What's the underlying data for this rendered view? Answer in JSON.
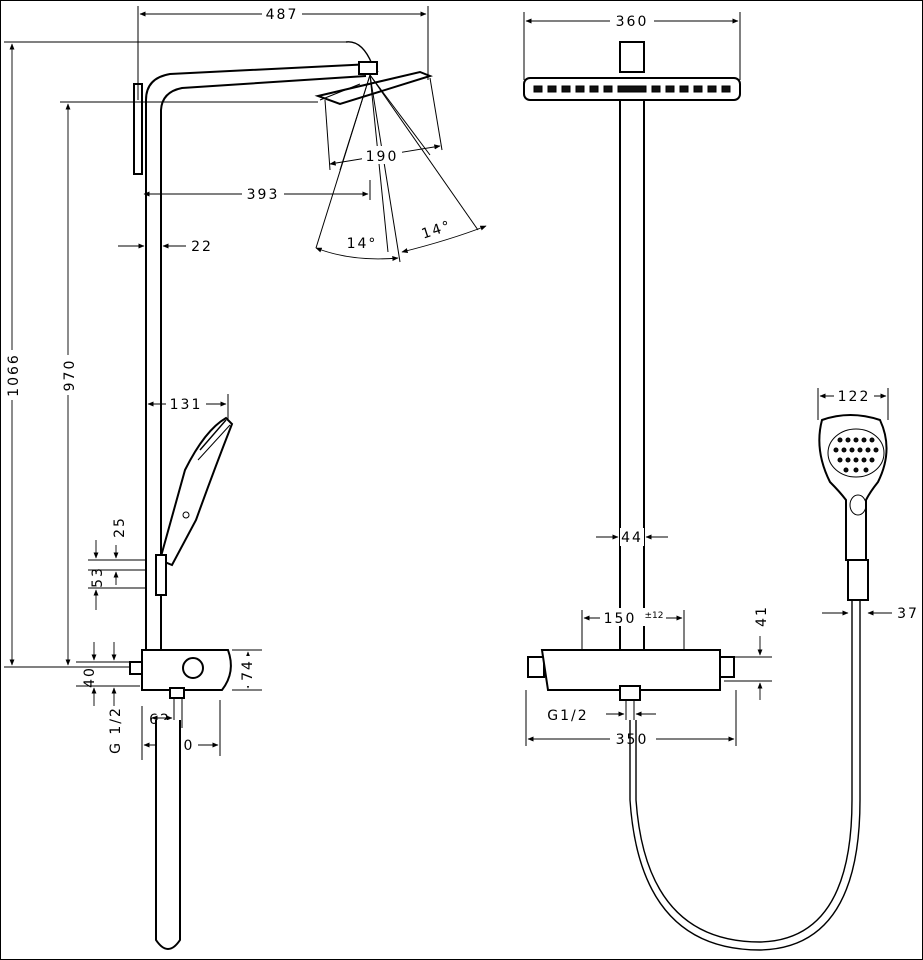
{
  "side_view": {
    "width_total": "487",
    "height_total": "1066",
    "height_head": "970",
    "head_spray_width": "190",
    "head_offset": "393",
    "angle_left": "14°",
    "angle_right": "14°",
    "rail_diameter": "22",
    "handshower_projection": "131",
    "holder_offset": "25",
    "holder_spacing": "53",
    "outlet_offset": "40",
    "connection_thread": "G 1/2",
    "outlet_depth": "62",
    "thermostat_depth": "130",
    "thermostat_height": "74"
  },
  "front_view": {
    "head_width": "360",
    "pipe_diameter": "44",
    "connection_centers": "150",
    "connection_tolerance": "±12",
    "thermostat_height": "41",
    "connection_thread": "G1/2",
    "thermostat_width": "350",
    "handshower_width": "122",
    "handle_width": "37"
  }
}
